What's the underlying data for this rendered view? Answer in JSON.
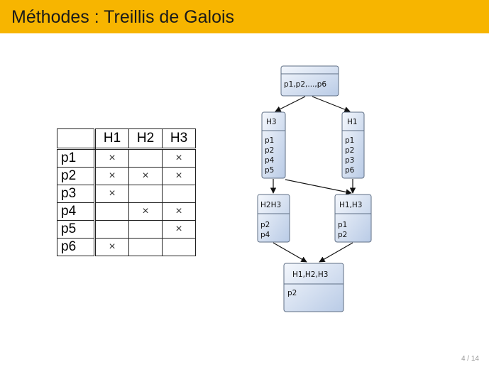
{
  "slide": {
    "title": "Méthodes : Treillis de Galois",
    "page_number": "4 / 14"
  },
  "context_table": {
    "columns": [
      "H1",
      "H2",
      "H3"
    ],
    "rows": [
      {
        "label": "p1",
        "cells": [
          "×",
          "",
          "×"
        ]
      },
      {
        "label": "p2",
        "cells": [
          "×",
          "×",
          "×"
        ]
      },
      {
        "label": "p3",
        "cells": [
          "×",
          "",
          ""
        ]
      },
      {
        "label": "p4",
        "cells": [
          "",
          "×",
          "×"
        ]
      },
      {
        "label": "p5",
        "cells": [
          "",
          "",
          "×"
        ]
      },
      {
        "label": "p6",
        "cells": [
          "×",
          "",
          ""
        ]
      }
    ]
  },
  "lattice": {
    "top": {
      "intent": "",
      "extent": [
        "p1,p2,...,p6"
      ]
    },
    "h3": {
      "intent": "H3",
      "extent": [
        "p1",
        "p2",
        "p4",
        "p5"
      ]
    },
    "h1": {
      "intent": "H1",
      "extent": [
        "p1",
        "p2",
        "p3",
        "p6"
      ]
    },
    "h2h3": {
      "intent": "H2H3",
      "extent": [
        "p2",
        "p4"
      ]
    },
    "h1h3": {
      "intent": "H1,H3",
      "extent": [
        "p1",
        "p2"
      ]
    },
    "bottom": {
      "intent": "H1,H2,H3",
      "extent": [
        "p2"
      ]
    }
  }
}
